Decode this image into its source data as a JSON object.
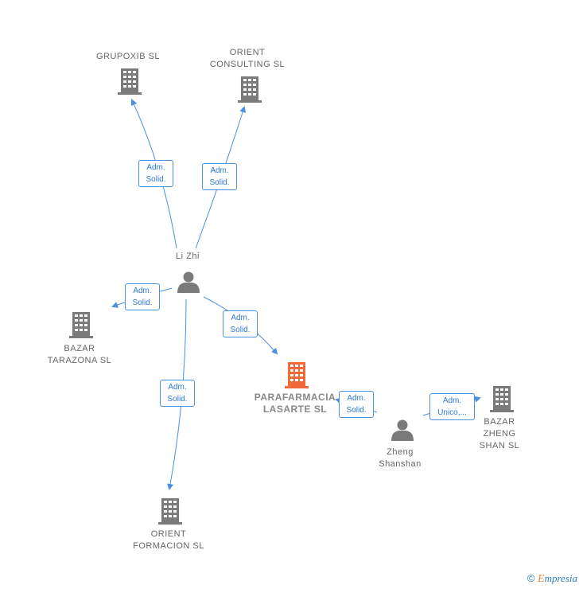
{
  "nodes": {
    "grupoxib": {
      "label": "GRUPOXIB  SL"
    },
    "orient_consulting": {
      "line1": "ORIENT",
      "line2": "CONSULTING SL"
    },
    "bazar_tarazona": {
      "line1": "BAZAR",
      "line2": "TARAZONA  SL"
    },
    "parafarmacia": {
      "line1": "PARAFARMACIA",
      "line2": "LASARTE  SL"
    },
    "orient_formacion": {
      "line1": "ORIENT",
      "line2": "FORMACION SL"
    },
    "bazar_zheng": {
      "line1": "BAZAR",
      "line2": "ZHENG",
      "line3": "SHAN  SL"
    },
    "li_zhi": {
      "label": "Li Zhi"
    },
    "zheng_shanshan": {
      "line1": "Zheng",
      "line2": "Shanshan"
    }
  },
  "edges": {
    "e1": {
      "line1": "Adm.",
      "line2": "Solid."
    },
    "e2": {
      "line1": "Adm.",
      "line2": "Solid."
    },
    "e3": {
      "line1": "Adm.",
      "line2": "Solid."
    },
    "e4": {
      "line1": "Adm.",
      "line2": "Solid."
    },
    "e5": {
      "line1": "Adm.",
      "line2": "Solid."
    },
    "e6": {
      "line1": "Adm.",
      "line2": "Solid."
    },
    "e7": {
      "line1": "Adm.",
      "line2": "Unico,..."
    }
  },
  "footer": {
    "copyright": "©",
    "brand_first": "E",
    "brand_rest": "mpresia"
  },
  "colors": {
    "edge": "#4a90e2",
    "company": "#7a7a7a",
    "highlight": "#f26a3a",
    "person": "#7a7a7a"
  }
}
